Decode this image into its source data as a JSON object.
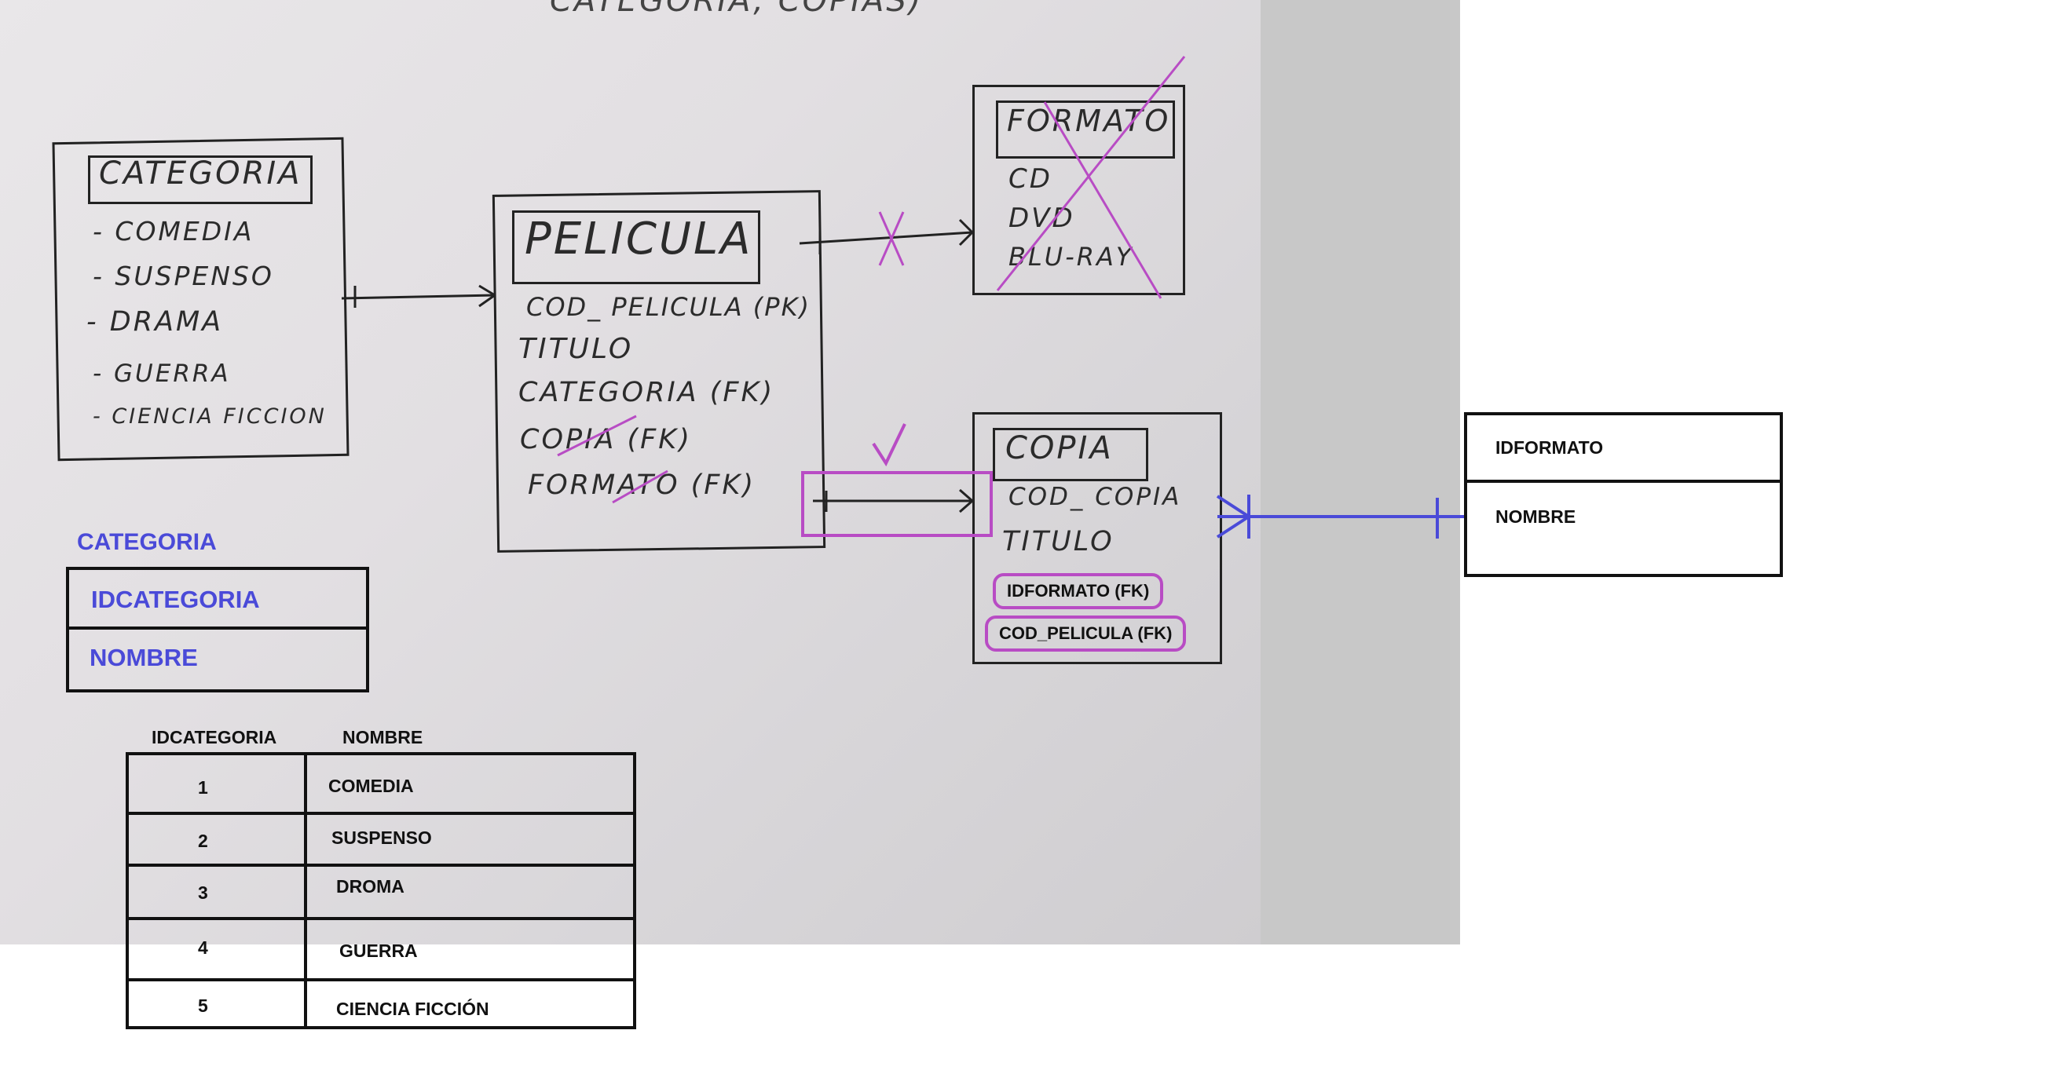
{
  "sketch": {
    "top_scribble": "CATEGORIA, COPIAS)",
    "categoria": {
      "title": "CATEGORIA",
      "items": [
        "- COMEDIA",
        "- SUSPENSO",
        "- DRAMA",
        "- GUERRA",
        "- CIENCIA FICCION"
      ]
    },
    "pelicula": {
      "title": "PELICULA",
      "fields": [
        "COD_ PELICULA (PK)",
        "TITULO",
        "CATEGORIA (FK)",
        "COPIA (FK)",
        "FORMATO (FK)"
      ]
    },
    "formato": {
      "title": "FORMATO",
      "items": [
        "CD",
        "DVD",
        "BLU-RAY"
      ]
    },
    "copia": {
      "title": "COPIA",
      "fields": [
        "COD_ COPIA",
        "TITULO"
      ],
      "fk_pills": [
        "IDFORMATO (FK)",
        "COD_PELICULA (FK)"
      ]
    }
  },
  "categoria_schema": {
    "title": "CATEGORIA",
    "fields": [
      "IDCATEGORIA",
      "NOMBRE"
    ]
  },
  "categoria_data": {
    "headers": [
      "IDCATEGORIA",
      "NOMBRE"
    ],
    "rows": [
      {
        "id": "1",
        "nombre": "COMEDIA"
      },
      {
        "id": "2",
        "nombre": "SUSPENSO"
      },
      {
        "id": "3",
        "nombre": "DROMA"
      },
      {
        "id": "4",
        "nombre": "GUERRA"
      },
      {
        "id": "5",
        "nombre": "CIENCIA FICCIÓN"
      }
    ]
  },
  "formato_schema": {
    "fields": [
      "IDFORMATO",
      "NOMBRE"
    ]
  },
  "colors": {
    "ink": "#222222",
    "pink": "#b84cc4",
    "blue": "#4a4ad8",
    "paper": "#e4e2e4",
    "panel": "#c8c8c8"
  }
}
